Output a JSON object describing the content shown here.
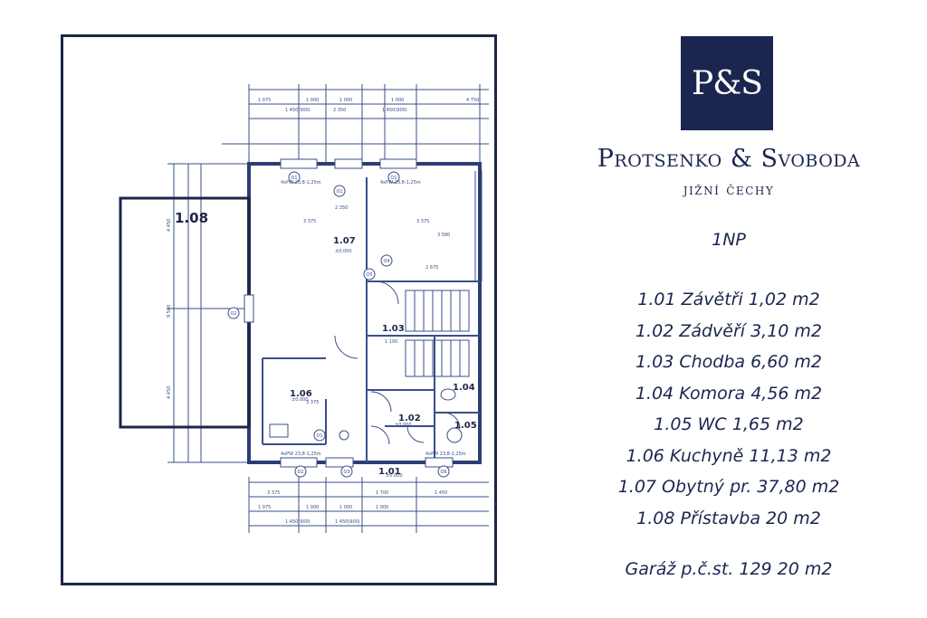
{
  "logo": {
    "text": "P&S"
  },
  "brand": {
    "name": "Protsenko & Svoboda",
    "subtitle": "jižní čechy"
  },
  "floor": "1NP",
  "rooms": [
    "1.01 Závětři 1,02 m2",
    "1.02 Zádvěří 3,10 m2",
    "1.03 Chodba 6,60 m2",
    "1.04 Komora 4,56 m2",
    "1.05 WC 1,65 m2",
    "1.06 Kuchyně 11,13 m2",
    "1.07 Obytný pr. 37,80 m2",
    "1.08 Přístavba 20 m2"
  ],
  "garage": "Garáž p.č.st. 129 20 m2",
  "plan": {
    "room_labels": {
      "r108": "1.08",
      "r107": "1.07",
      "r106": "1.06",
      "r103": "1.03",
      "r104": "1.04",
      "r102": "1.02",
      "r105": "1.05",
      "r101": "1.01"
    },
    "top_dims_1": [
      "1 075",
      "1 000",
      "1 000",
      "1 000",
      "4 750"
    ],
    "top_dims_2": [
      "1 450(900)",
      "2 350",
      "1 450(900)"
    ],
    "bottom_dims_1": [
      "3 375",
      "1 700",
      "1 450"
    ],
    "bottom_dims_2": [
      "1 075",
      "1 000",
      "1 000",
      "1 000"
    ],
    "bottom_dims_3": [
      "1 450(900)",
      "1 450(900)"
    ],
    "left_dims": [
      "4 450",
      "9 500",
      "4 450"
    ],
    "inner_dims": [
      "3 375",
      "3 375",
      "2 350",
      "3 580",
      "2 675",
      "1 100",
      "3 375"
    ],
    "window_tags": [
      "O1",
      "O1",
      "O1",
      "O4",
      "O5",
      "O2",
      "O2",
      "O3",
      "O6",
      "O1"
    ],
    "sill_texts": [
      "4xPW 23,8-1,25m",
      "4xPW 23,8-1,25m",
      "4xPW 23,8-1,25m",
      "4xPW 23,8-1,25m"
    ],
    "level_texts": [
      "±0.000",
      "±0.000",
      "±0.000",
      "±0.000"
    ]
  },
  "colors": {
    "brand_navy": "#1b2650",
    "frame": "#1c2649",
    "plan_blue": "#3a4f8a"
  }
}
